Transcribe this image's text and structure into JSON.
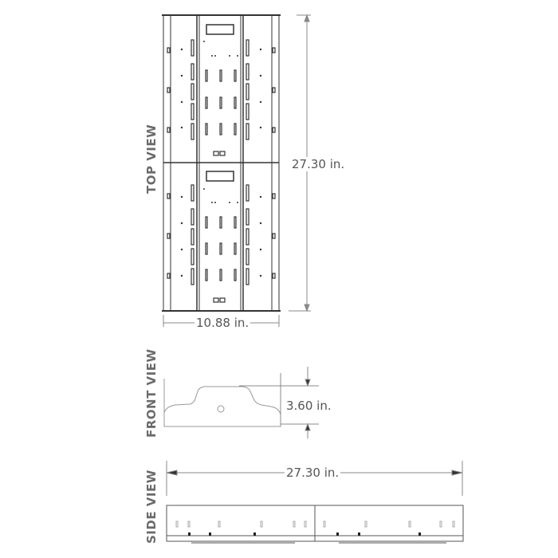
{
  "views": {
    "top": {
      "label": "TOP VIEW",
      "height_dim": "27.30 in.",
      "width_dim": "10.88 in."
    },
    "front": {
      "label": "FRONT VIEW",
      "height_dim": "3.60 in."
    },
    "side": {
      "label": "SIDE VIEW",
      "length_dim": "27.30 in."
    }
  },
  "colors": {
    "line": "#333333",
    "dim_line": "#888888",
    "label": "#6b6b6b"
  }
}
